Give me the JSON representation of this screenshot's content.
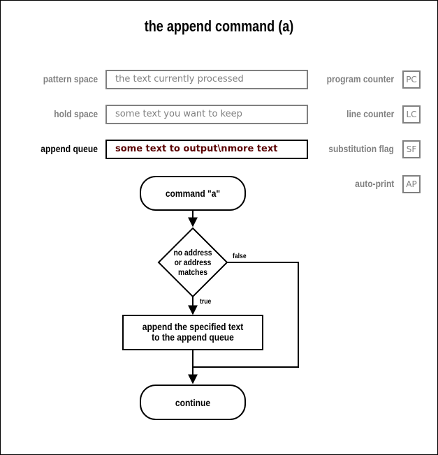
{
  "title": "the append command (a)",
  "registers": [
    {
      "label": "pattern space",
      "value": "the text currently processed",
      "state": "inactive"
    },
    {
      "label": "hold space",
      "value": "some text you want to keep",
      "state": "inactive"
    },
    {
      "label": "append queue",
      "value": "some text to output\\nmore text",
      "state": "active"
    }
  ],
  "flags": [
    {
      "label": "program counter",
      "abbr": "PC"
    },
    {
      "label": "line counter",
      "abbr": "LC"
    },
    {
      "label": "substitution flag",
      "abbr": "SF"
    },
    {
      "label": "auto-print",
      "abbr": "AP"
    }
  ],
  "flow": {
    "start": "command \"a\"",
    "decision": [
      "no address",
      "or address",
      "matches"
    ],
    "true_label": "true",
    "false_label": "false",
    "action": [
      "append the specified text",
      "to the append queue"
    ],
    "end": "continue"
  },
  "colors": {
    "active_label": "#000000",
    "inactive": "#808080",
    "active_value": "#5a0000",
    "line": "#000000"
  }
}
